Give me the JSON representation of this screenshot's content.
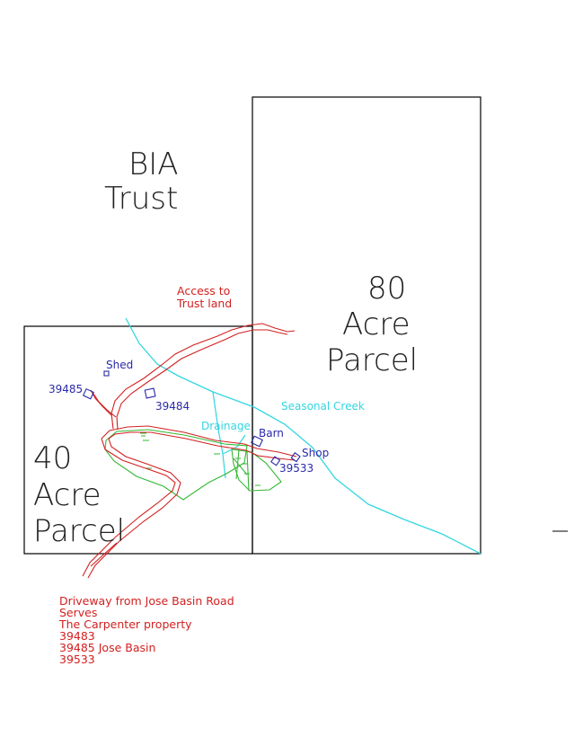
{
  "colors": {
    "boundary": "#000000",
    "road": "#d32020",
    "creek": "#33d6e0",
    "structure": "#2a2aaa",
    "field": "#33b833"
  },
  "parcels": {
    "bia": {
      "line1": "BIA",
      "line2": "Trust"
    },
    "acre80": {
      "line1": "80",
      "line2": "Acre",
      "line3": "Parcel"
    },
    "acre40": {
      "line1": "40",
      "line2": "Acre",
      "line3": "Parcel"
    }
  },
  "labels": {
    "access_line1": "Access to",
    "access_line2": "Trust land",
    "shed": "Shed",
    "addr_39485": "39485",
    "addr_39484": "39484",
    "drainage": "Drainage",
    "seasonal_creek": "Seasonal Creek",
    "barn": "Barn",
    "shop": "Shop",
    "addr_39533": "39533"
  },
  "legend": {
    "lines": [
      "Driveway from Jose Basin Road",
      "Serves",
      "The Carpenter property",
      "39483",
      "39485 Jose Basin",
      "39533"
    ]
  }
}
